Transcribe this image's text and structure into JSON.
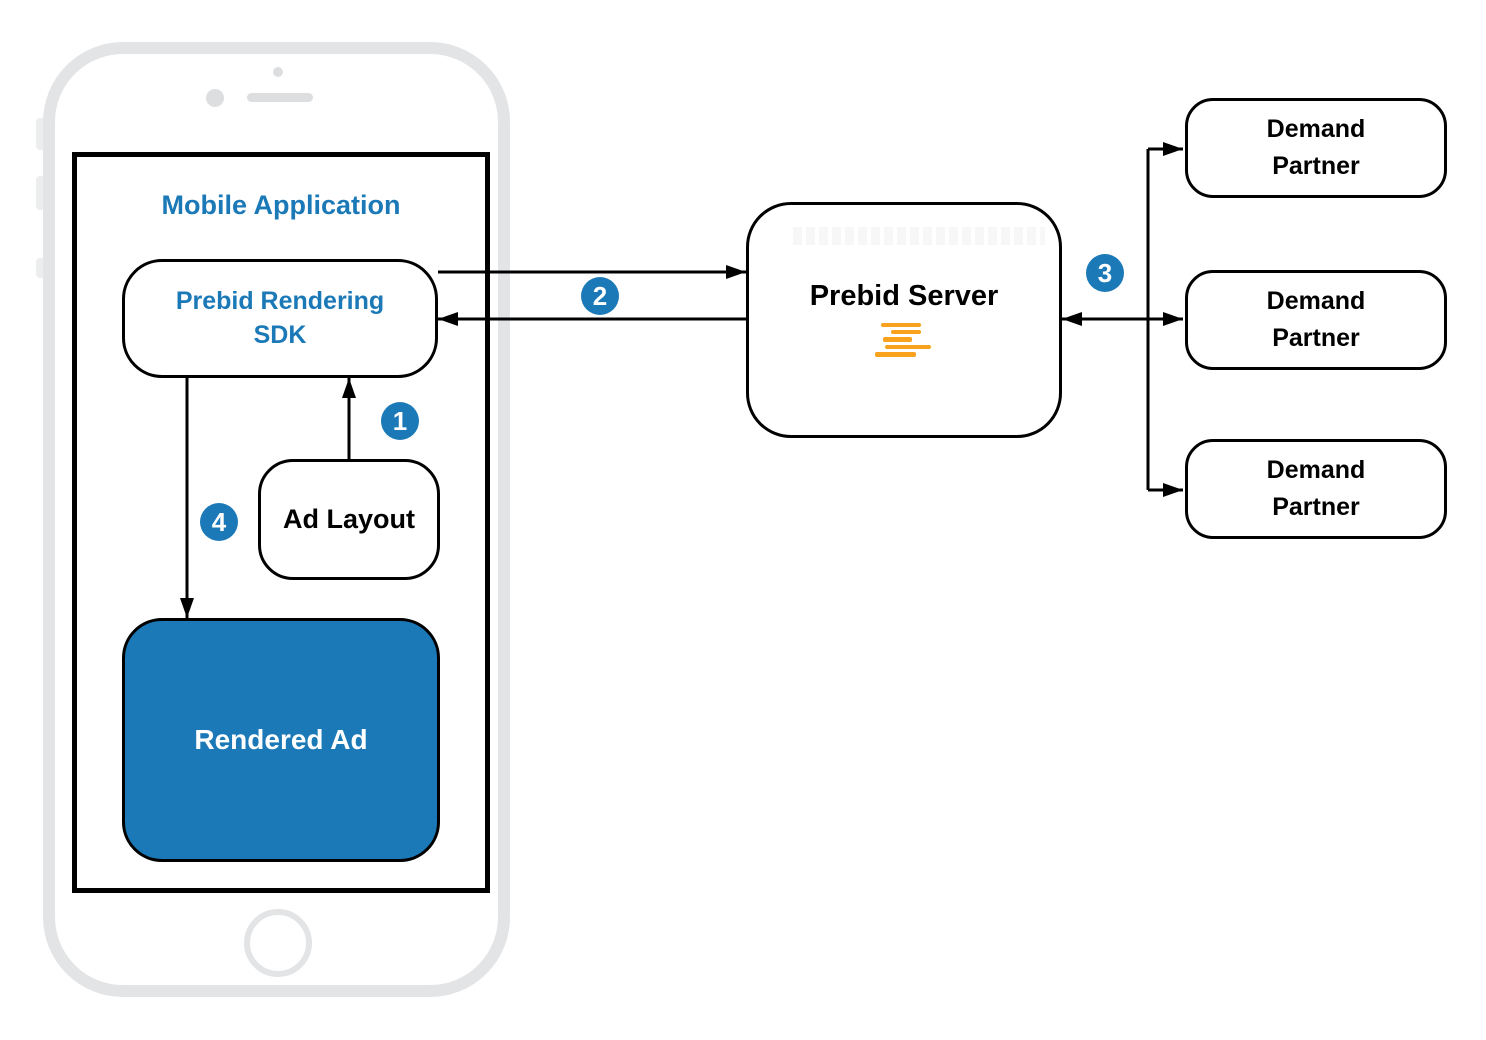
{
  "colors": {
    "accent_blue": "#1b79b8",
    "logo_orange": "#f9a21d",
    "box_border": "#000000",
    "phone_gray": "#e3e4e6"
  },
  "phone": {
    "app_title": "Mobile Application"
  },
  "nodes": {
    "sdk": {
      "label": "Prebid Rendering\nSDK"
    },
    "ad_layout": {
      "label": "Ad Layout"
    },
    "rendered_ad": {
      "label": "Rendered Ad"
    },
    "prebid_server": {
      "label": "Prebid Server"
    },
    "demand_partners": [
      {
        "label": "Demand\nPartner"
      },
      {
        "label": "Demand\nPartner"
      },
      {
        "label": "Demand\nPartner"
      }
    ]
  },
  "steps": [
    {
      "number": "1"
    },
    {
      "number": "2"
    },
    {
      "number": "3"
    },
    {
      "number": "4"
    }
  ]
}
